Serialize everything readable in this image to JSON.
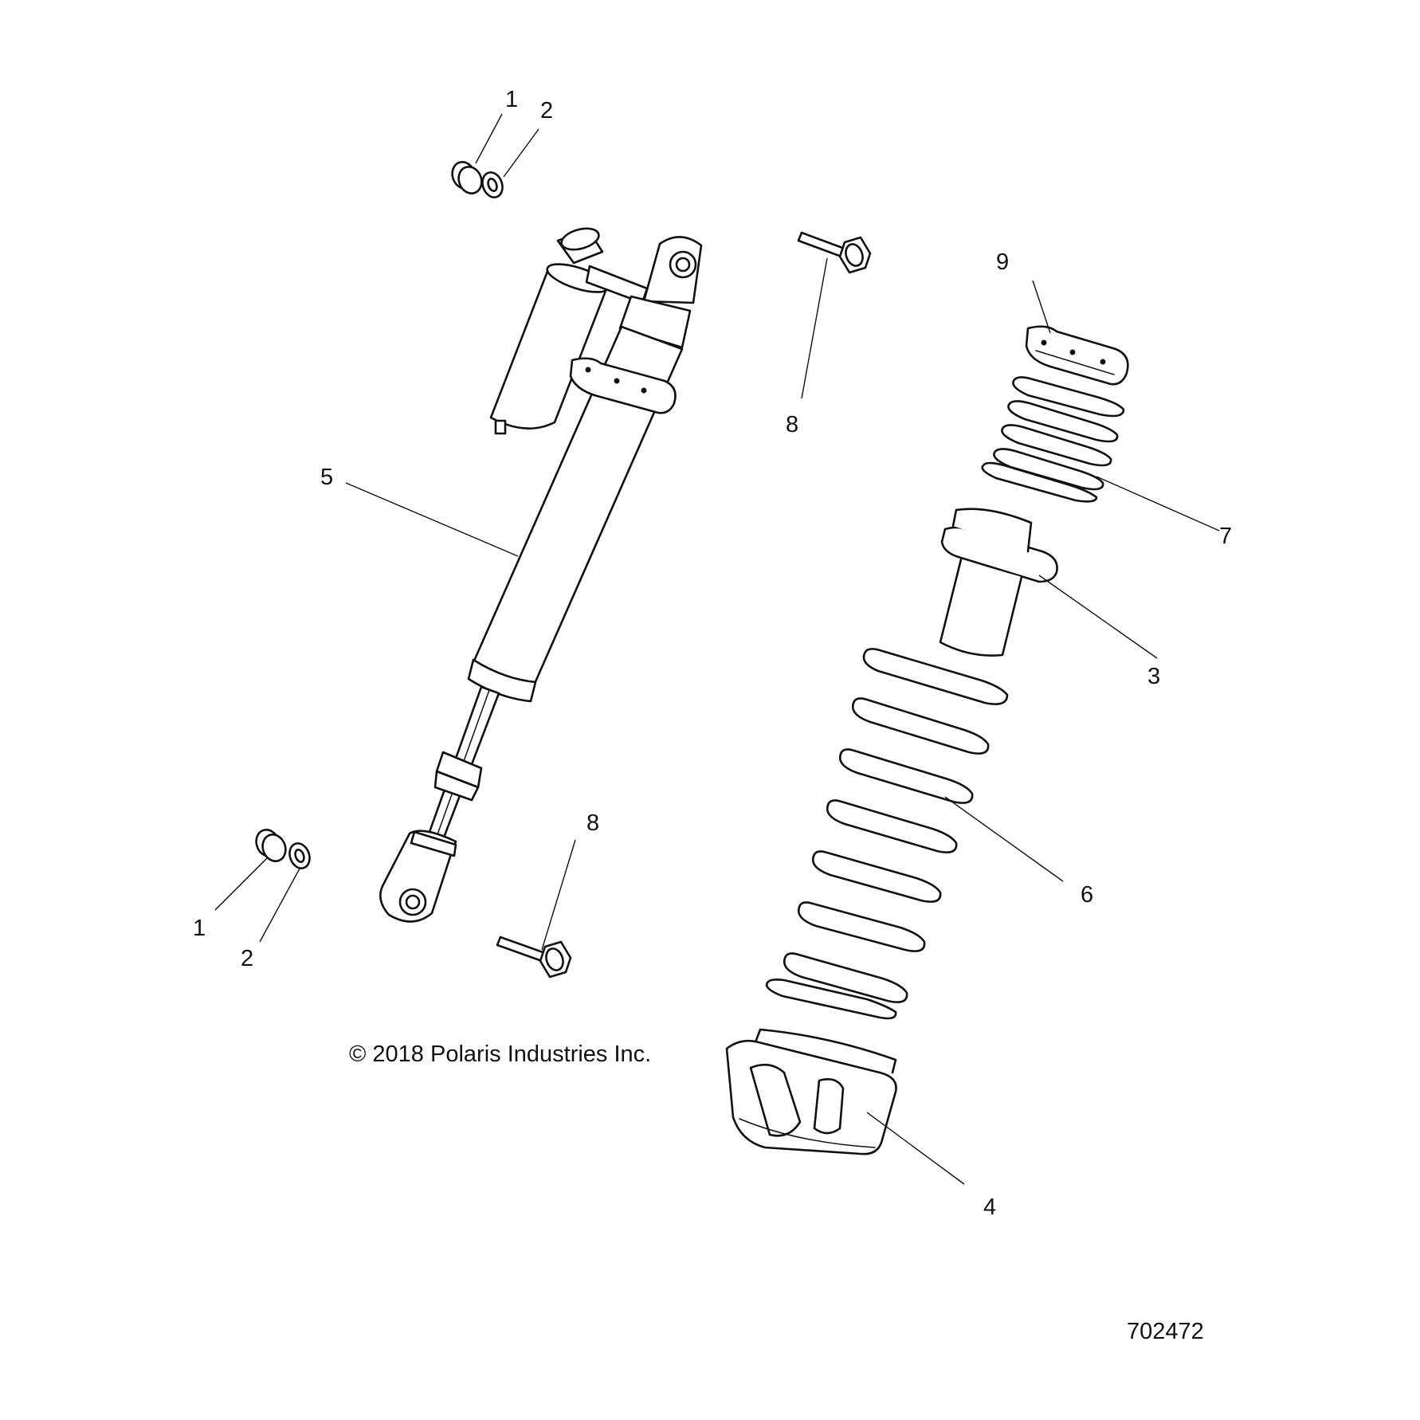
{
  "callouts": {
    "c1_top": "1",
    "c2_top": "2",
    "c9": "9",
    "c8_top": "8",
    "c5": "5",
    "c7": "7",
    "c3": "3",
    "c6": "6",
    "c8_bottom": "8",
    "c1_bottom": "1",
    "c2_bottom": "2",
    "c4": "4"
  },
  "copyright": "© 2018 Polaris Industries Inc.",
  "drawing_number": "702472"
}
